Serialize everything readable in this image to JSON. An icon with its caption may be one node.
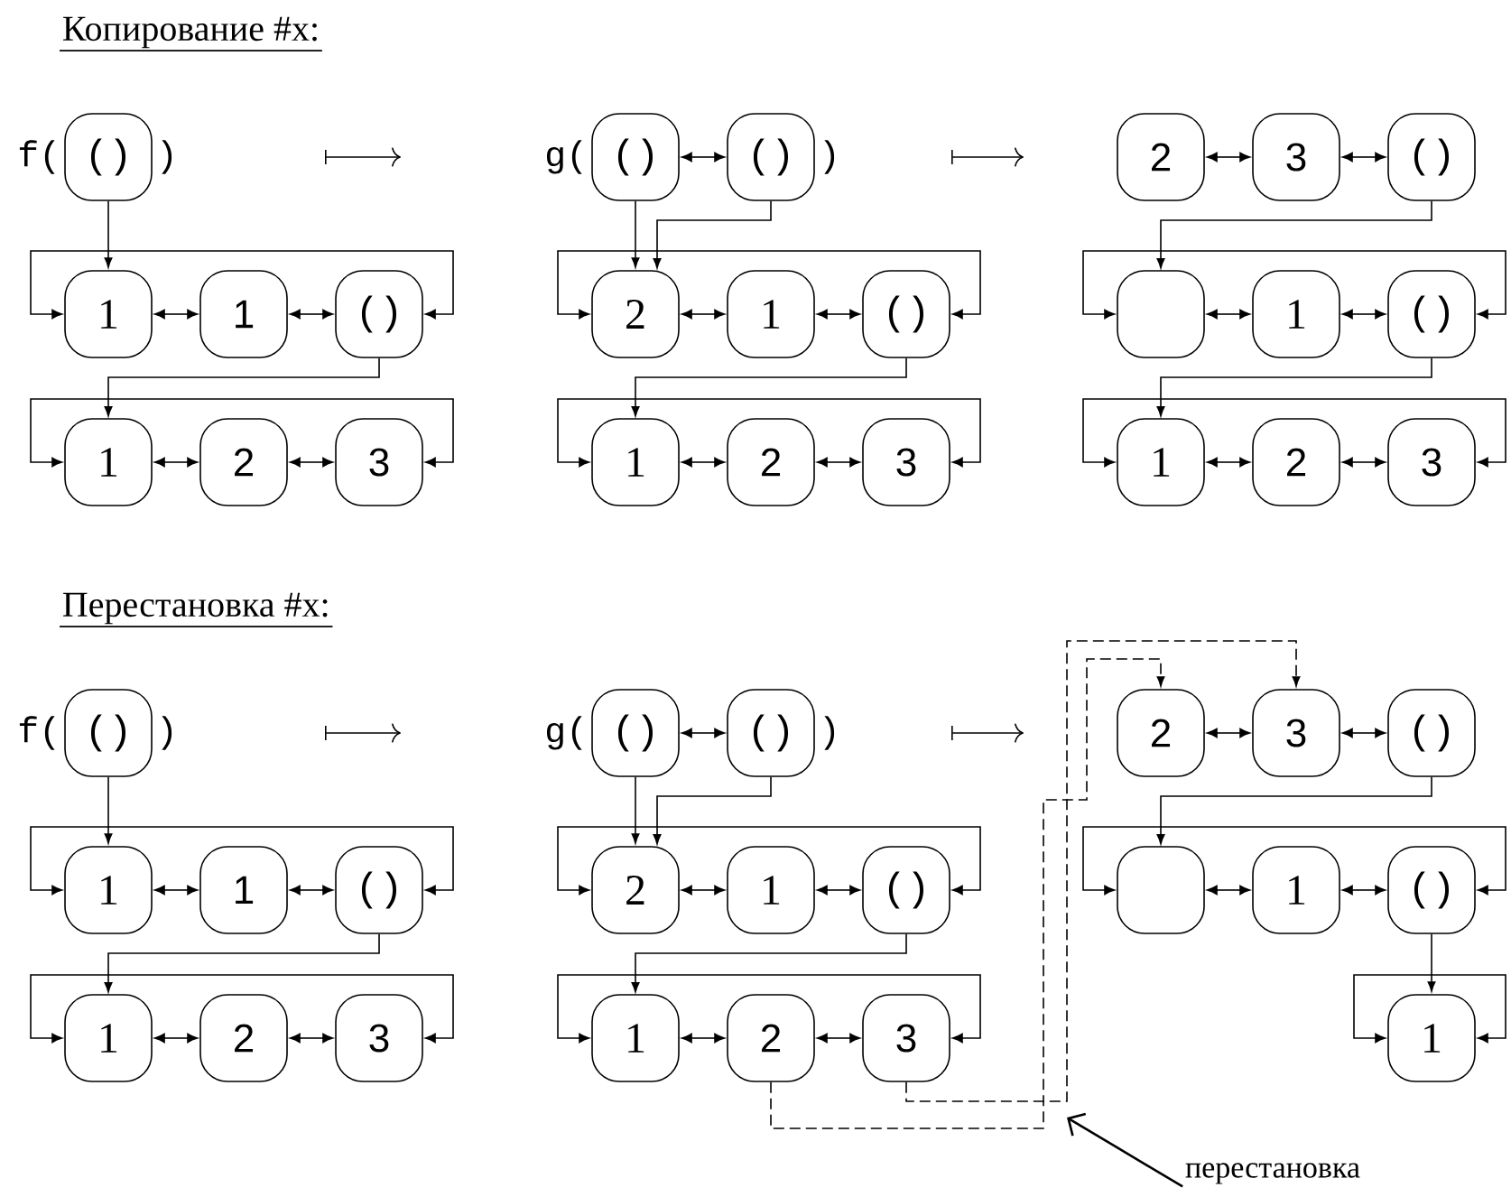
{
  "diagram": {
    "nodes": [
      {
        "text": [
          "()"
        ]
      },
      {
        "text": [
          "1"
        ]
      },
      {
        "text": [
          "1"
        ]
      },
      {
        "text": [
          "()"
        ]
      },
      {
        "text": [
          "1"
        ]
      },
      {
        "text": [
          "2"
        ]
      },
      {
        "text": [
          "3"
        ]
      },
      {
        "text": [
          "()"
        ]
      },
      {
        "text": [
          "()"
        ]
      },
      {
        "text": [
          "2"
        ]
      },
      {
        "text": [
          "1"
        ]
      },
      {
        "text": [
          "()"
        ]
      },
      {
        "text": [
          "1"
        ]
      },
      {
        "text": [
          "2"
        ]
      },
      {
        "text": [
          "3"
        ]
      },
      {
        "text": [
          "2"
        ]
      },
      {
        "text": [
          "3"
        ]
      },
      {
        "text": [
          "()"
        ]
      },
      {
        "text": [],
        "shape": "box"
      },
      {
        "text": [
          "1"
        ]
      },
      {
        "text": [
          "()"
        ]
      },
      {
        "text": [
          "1"
        ]
      },
      {
        "text": [
          "2"
        ]
      },
      {
        "text": [
          "3"
        ]
      },
      {
        "text": [
          "()"
        ]
      },
      {
        "text": [
          "1"
        ]
      },
      {
        "text": [
          "1"
        ]
      },
      {
        "text": [
          "()"
        ]
      },
      {
        "text": [
          "1"
        ]
      },
      {
        "text": [
          "2"
        ]
      },
      {
        "text": [
          "3"
        ]
      },
      {
        "text": [
          "()"
        ]
      },
      {
        "text": [
          "()"
        ]
      },
      {
        "text": [
          "2"
        ]
      },
      {
        "text": [
          "1"
        ]
      },
      {
        "text": [
          "()"
        ]
      },
      {
        "text": [
          "1"
        ]
      },
      {
        "text": [
          "2"
        ]
      },
      {
        "text": [
          "3"
        ]
      },
      {
        "text": [
          "2"
        ]
      },
      {
        "text": [
          "3"
        ]
      },
      {
        "text": [
          "()"
        ]
      },
      {
        "text": [],
        "shape": "box"
      },
      {
        "text": [
          "1"
        ]
      },
      {
        "text": [
          "()"
        ]
      },
      {
        "text": [
          "1"
        ]
      },
      {
        "text": [
          "перестановка"
        ]
      }
    ],
    "edges": [
      {
        "from": 0,
        "to": 1,
        "arrow": "to"
      },
      {
        "from": 1,
        "to": 2,
        "arrow": "both"
      },
      {
        "from": 2,
        "to": 3,
        "arrow": "both"
      },
      {
        "from": 1,
        "to": 3,
        "arrow": "both"
      },
      {
        "from": 3,
        "to": 4,
        "arrow": "to"
      },
      {
        "from": 4,
        "to": 5,
        "arrow": "both"
      },
      {
        "from": 5,
        "to": 6,
        "arrow": "both"
      },
      {
        "from": 4,
        "to": 6,
        "arrow": "both"
      },
      {
        "from": 7,
        "to": 8,
        "arrow": "both"
      },
      {
        "from": 7,
        "to": 9,
        "arrow": "to"
      },
      {
        "from": 8,
        "to": 9,
        "arrow": "to"
      },
      {
        "from": 9,
        "to": 10,
        "arrow": "both"
      },
      {
        "from": 10,
        "to": 11,
        "arrow": "both"
      },
      {
        "from": 9,
        "to": 11,
        "arrow": "both"
      },
      {
        "from": 11,
        "to": 12,
        "arrow": "to"
      },
      {
        "from": 12,
        "to": 13,
        "arrow": "both"
      },
      {
        "from": 13,
        "to": 14,
        "arrow": "both"
      },
      {
        "from": 12,
        "to": 14,
        "arrow": "both"
      },
      {
        "from": 15,
        "to": 16,
        "arrow": "both"
      },
      {
        "from": 16,
        "to": 17,
        "arrow": "both"
      },
      {
        "from": 17,
        "to": 18,
        "arrow": "to"
      },
      {
        "from": 18,
        "to": 19,
        "arrow": "both"
      },
      {
        "from": 19,
        "to": 20,
        "arrow": "both"
      },
      {
        "from": 18,
        "to": 20,
        "arrow": "both"
      },
      {
        "from": 20,
        "to": 21,
        "arrow": "to"
      },
      {
        "from": 21,
        "to": 22,
        "arrow": "both"
      },
      {
        "from": 22,
        "to": 23,
        "arrow": "both"
      },
      {
        "from": 21,
        "to": 23,
        "arrow": "both"
      },
      {
        "from": 24,
        "to": 25,
        "arrow": "to"
      },
      {
        "from": 25,
        "to": 26,
        "arrow": "both"
      },
      {
        "from": 26,
        "to": 27,
        "arrow": "both"
      },
      {
        "from": 25,
        "to": 27,
        "arrow": "both"
      },
      {
        "from": 27,
        "to": 28,
        "arrow": "to"
      },
      {
        "from": 28,
        "to": 29,
        "arrow": "both"
      },
      {
        "from": 29,
        "to": 30,
        "arrow": "both"
      },
      {
        "from": 28,
        "to": 30,
        "arrow": "both"
      },
      {
        "from": 31,
        "to": 32,
        "arrow": "both"
      },
      {
        "from": 31,
        "to": 33,
        "arrow": "to"
      },
      {
        "from": 32,
        "to": 33,
        "arrow": "to"
      },
      {
        "from": 33,
        "to": 34,
        "arrow": "both"
      },
      {
        "from": 34,
        "to": 35,
        "arrow": "both"
      },
      {
        "from": 33,
        "to": 35,
        "arrow": "both"
      },
      {
        "from": 35,
        "to": 36,
        "arrow": "to"
      },
      {
        "from": 36,
        "to": 37,
        "arrow": "both"
      },
      {
        "from": 37,
        "to": 38,
        "arrow": "both"
      },
      {
        "from": 36,
        "to": 38,
        "arrow": "both"
      },
      {
        "from": 39,
        "to": 40,
        "arrow": "both"
      },
      {
        "from": 40,
        "to": 41,
        "arrow": "both"
      },
      {
        "from": 41,
        "to": 42,
        "arrow": "to"
      },
      {
        "from": 42,
        "to": 43,
        "arrow": "both"
      },
      {
        "from": 43,
        "to": 44,
        "arrow": "both"
      },
      {
        "from": 42,
        "to": 44,
        "arrow": "both"
      },
      {
        "from": 44,
        "to": 45,
        "arrow": "to"
      },
      {
        "from": 45,
        "to": 45,
        "arrow": "both"
      },
      {
        "from": 37,
        "to": 39,
        "arrow": "to",
        "style": "dashed"
      },
      {
        "from": 38,
        "to": 40,
        "arrow": "to",
        "style": "dashed"
      },
      {
        "from": 46,
        "to": null,
        "arrow": "to"
      }
    ],
    "labels": [
      "Копирование #x:",
      "f(",
      ")",
      "g(",
      ")",
      "Перестановка #x:",
      "f(",
      ")",
      "g(",
      ")"
    ]
  }
}
